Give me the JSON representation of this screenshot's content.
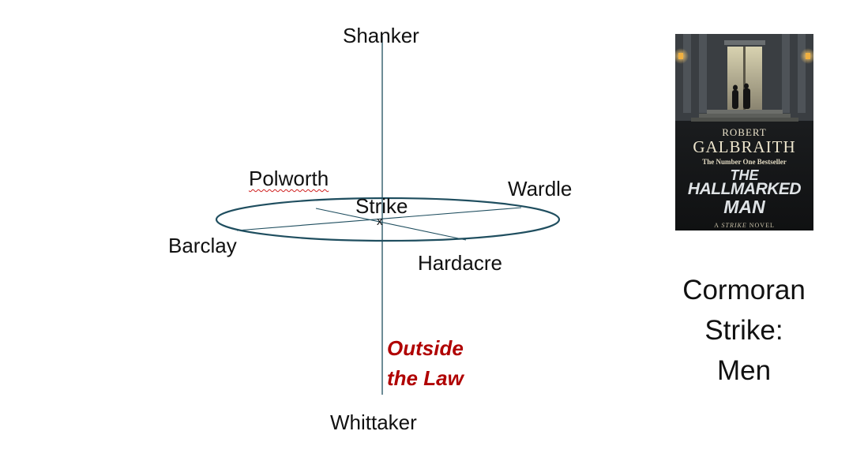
{
  "diagram": {
    "labels": {
      "top": "Shanker",
      "center": "Strike",
      "center_mark": "x",
      "upper_left": "Polworth",
      "upper_right": "Wardle",
      "left": "Barclay",
      "lower_right": "Hardacre",
      "bottom": "Whittaker"
    },
    "annotation": {
      "line1": "Outside",
      "line2": "the Law"
    },
    "colors": {
      "axis_line": "#1f4e5f",
      "annotation_text": "#b00000",
      "spellcheck_underline": "#d02020"
    }
  },
  "book_cover": {
    "author_first": "ROBERT",
    "author_last": "GALBRAITH",
    "tagline": "The Number One Bestseller",
    "title_line1": "THE",
    "title_line2": "HALLMARKED",
    "title_line3": "MAN",
    "series_prefix": "A ",
    "series_name": "STRIKE",
    "series_suffix": " NOVEL"
  },
  "heading": {
    "line1": "Cormoran",
    "line2": "Strike:",
    "line3": "Men"
  }
}
